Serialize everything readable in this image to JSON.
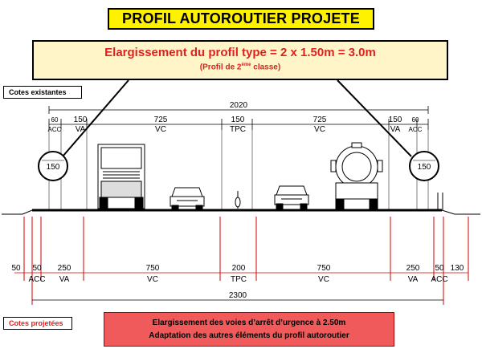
{
  "title": "PROFIL AUTOROUTIER PROJETE",
  "info": {
    "main": "Elargissement du profil type = 2 x 1.50m = 3.0m",
    "sub_pre": "(Profil de 2",
    "sub_sup": "ème",
    "sub_post": " classe)"
  },
  "labels": {
    "existing": "Cotes existantes",
    "projected": "Cotes projetées"
  },
  "existing_dims": {
    "total": "2020",
    "segments": [
      {
        "value": "60",
        "code": "ACC"
      },
      {
        "value": "150",
        "code": "VA"
      },
      {
        "value": "725",
        "code": "VC"
      },
      {
        "value": "150",
        "code": "TPC"
      },
      {
        "value": "725",
        "code": "VC"
      },
      {
        "value": "150",
        "code": "VA"
      },
      {
        "value": "60",
        "code": "ACC"
      }
    ],
    "widening_left": "150",
    "widening_right": "150"
  },
  "projected_dims": {
    "total": "2300",
    "outer_left": "50",
    "outer_right": "130",
    "segments": [
      {
        "value": "50",
        "code": "ACC"
      },
      {
        "value": "250",
        "code": "VA"
      },
      {
        "value": "750",
        "code": "VC"
      },
      {
        "value": "200",
        "code": "TPC"
      },
      {
        "value": "750",
        "code": "VC"
      },
      {
        "value": "250",
        "code": "VA"
      },
      {
        "value": "50",
        "code": "ACC"
      }
    ]
  },
  "bottom_notes": {
    "line1": "Elargissement des voies d’arrêt d’urgence à 2.50m",
    "line2": "Adaptation des autres éléments du profil autoroutier"
  },
  "colors": {
    "title_bg": "#fff200",
    "info_bg": "#fff5c8",
    "accent_red": "#e02020",
    "note_bg": "#f05a5a",
    "projected_lines": "#d00000"
  }
}
